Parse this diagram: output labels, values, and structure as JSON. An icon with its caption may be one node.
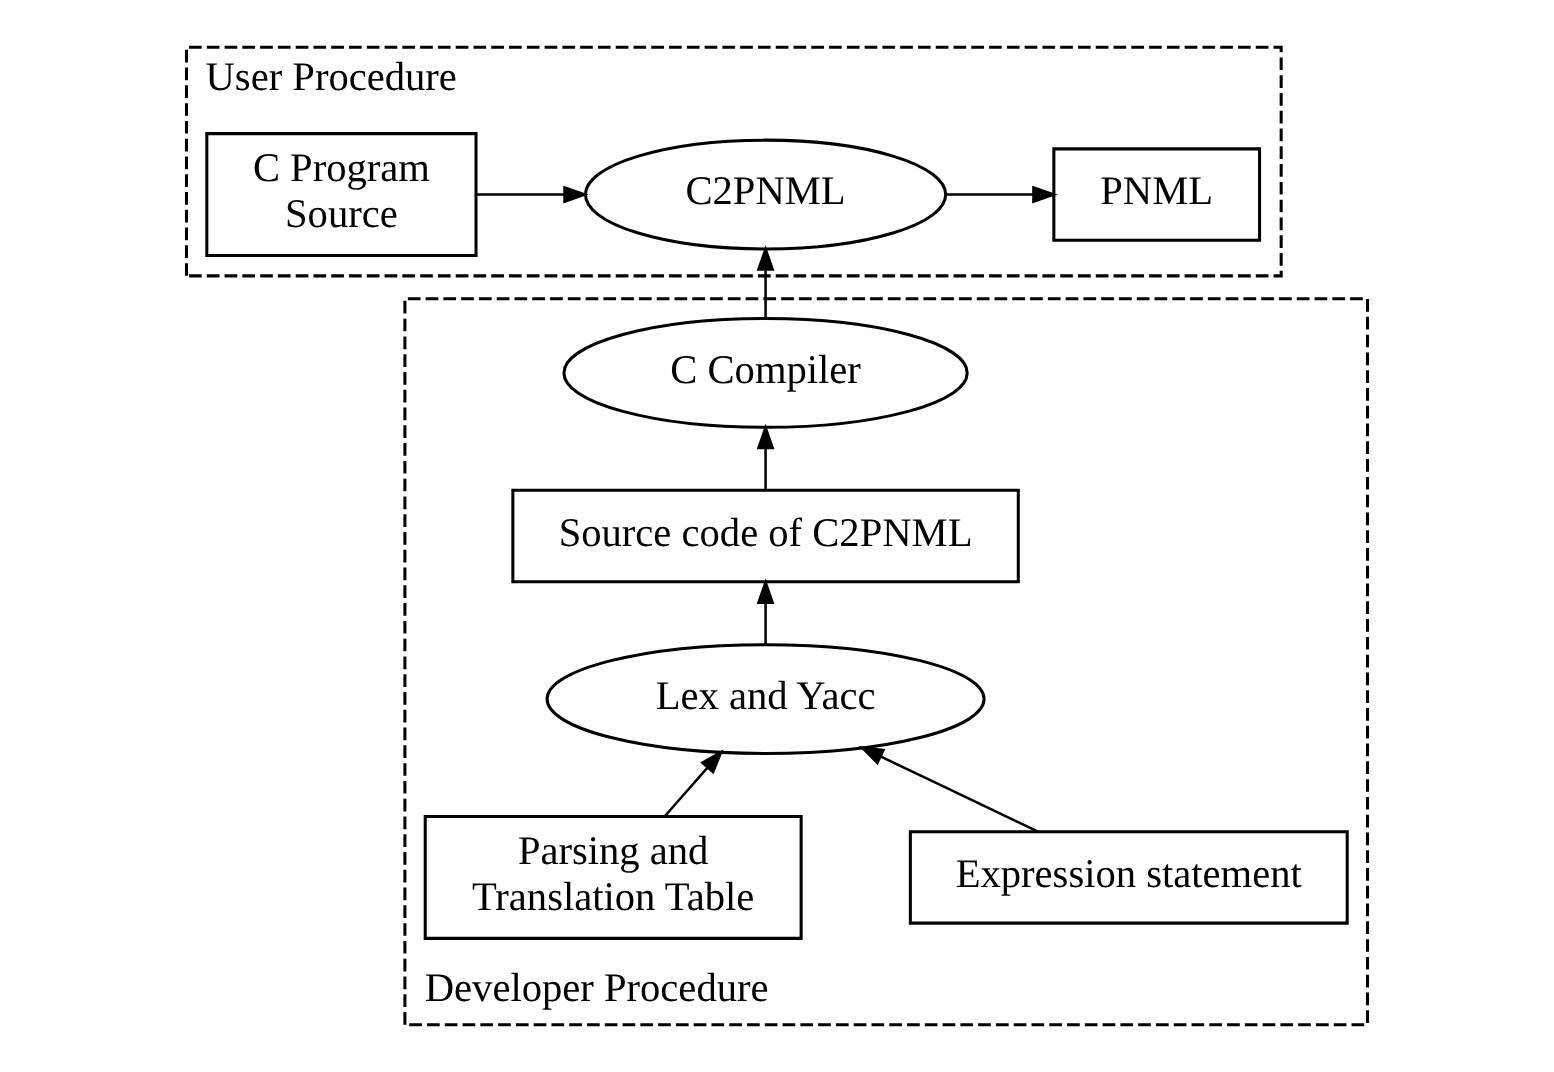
{
  "diagram": {
    "nodes": [
      {
        "text": [
          "User Procedure"
        ]
      },
      {
        "text": [
          "C Program Source"
        ],
        "in": 0
      },
      {
        "text": [
          "C2PNML"
        ],
        "in": 0
      },
      {
        "text": [
          "PNML"
        ],
        "in": 0
      },
      {
        "text": [
          "Developer Procedure"
        ]
      },
      {
        "text": [
          "C Compiler"
        ],
        "in": 4
      },
      {
        "text": [
          "Source code of C2PNML"
        ],
        "in": 4
      },
      {
        "text": [
          "Lex and Yacc"
        ],
        "in": 4
      },
      {
        "text": [
          "Expression statement"
        ],
        "in": 4
      },
      {
        "text": [
          "Parsing and Translation Table"
        ],
        "in": 4
      }
    ],
    "edges": [
      {
        "from": 1,
        "to": 2,
        "arrow": "to"
      },
      {
        "from": 2,
        "to": 3,
        "arrow": "to"
      },
      {
        "from": 5,
        "to": 2,
        "arrow": "to"
      },
      {
        "from": 6,
        "to": 5,
        "arrow": "to"
      },
      {
        "from": 7,
        "to": 6,
        "arrow": "to"
      },
      {
        "from": 8,
        "to": 7,
        "arrow": "to"
      },
      {
        "from": 9,
        "to": 7,
        "arrow": "to"
      }
    ]
  }
}
